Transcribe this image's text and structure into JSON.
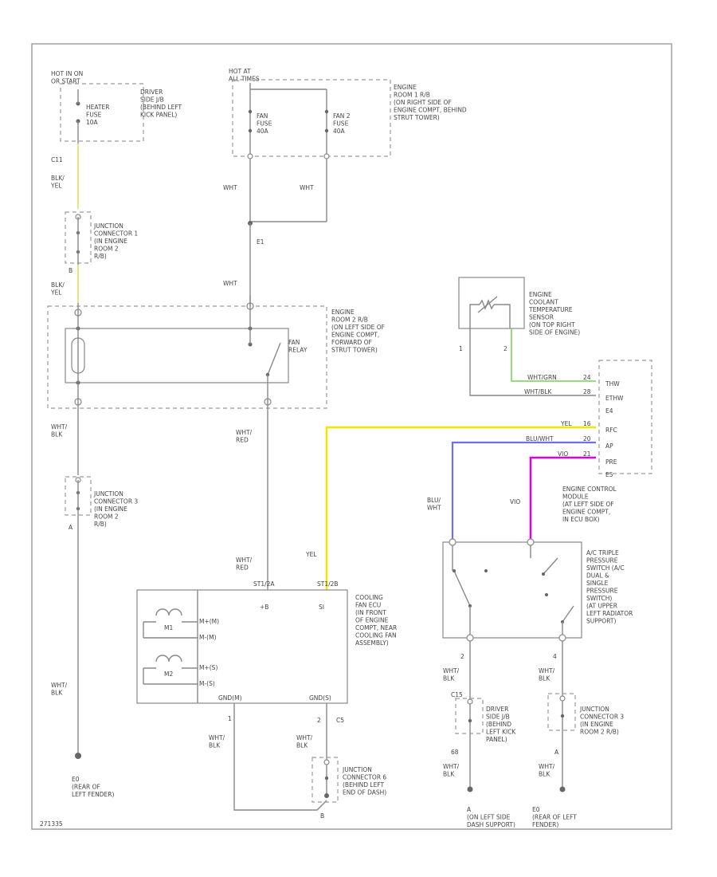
{
  "colors": {
    "yellow": "#f2e600",
    "blue": "#6e6ef0",
    "magenta": "#e000e0",
    "green": "#86d96b",
    "lightyellow": "#e8e87a"
  },
  "labels": {
    "hot_in_on": [
      "HOT IN ON",
      "OR START"
    ],
    "driver_side_jb": [
      "DRIVER",
      "SIDE J/B",
      "(BEHIND LEFT",
      "KICK PANEL)"
    ],
    "heater_fuse": [
      "HEATER",
      "FUSE",
      "10A"
    ],
    "hot_at_all_times": [
      "HOT AT",
      "ALL TIMES"
    ],
    "fan_fuse": [
      "FAN",
      "FUSE",
      "40A"
    ],
    "fan2_fuse": [
      "FAN 2",
      "FUSE",
      "40A"
    ],
    "engine_room_1_rb": [
      "ENGINE",
      "ROOM 1 R/B",
      "(ON RIGHT SIDE OF",
      "ENGINE COMPT, BEHIND",
      "STRUT TOWER)"
    ],
    "wht_left": "WHT",
    "wht_right": "WHT",
    "pin_e1": "E1",
    "wht_e1": "WHT",
    "c11": "C11",
    "blk_yel_1": [
      "BLK/",
      "YEL"
    ],
    "jc1": [
      "JUNCTION",
      "CONNECTOR 1",
      "(IN ENGINE",
      "ROOM 2",
      "R/B)"
    ],
    "pin_b": "B",
    "blk_yel_2": [
      "BLK/",
      "YEL"
    ],
    "engine_room_2_rb": [
      "ENGINE",
      "ROOM 2 R/B",
      "(ON LEFT SIDE OF",
      "ENGINE COMPT,",
      "FORWARD OF",
      "STRUT TOWER)"
    ],
    "fan_relay": [
      "FAN",
      "RELAY"
    ],
    "wht_blk": [
      "WHT/",
      "BLK"
    ],
    "wht_red_1": [
      "WHT/",
      "RED"
    ],
    "jc3": [
      "JUNCTION",
      "CONNECTOR 3",
      "(IN ENGINE",
      "ROOM 2",
      "R/B)"
    ],
    "pin_a": "A",
    "wht_red_2": [
      "WHT/",
      "RED"
    ],
    "yel": "YEL",
    "pin_1_cfe": "1",
    "pin_2_cfe": "2",
    "conn_cfe_1": "ST1/2A",
    "conn_cfe_2": "ST1/2B",
    "cooling_fan_ecu": [
      "COOLING",
      "FAN ECU",
      "(IN FRONT",
      "OF ENGINE",
      "COMPT, NEAR",
      "COOLING FAN",
      "ASSEMBLY)"
    ],
    "pin_plus_b": "+B",
    "pin_si": "SI",
    "m1": "M1",
    "m2": "M2",
    "m1_plus": "M+(M)",
    "m1_minus": "M-(M)",
    "m2_plus": "M+(S)",
    "m2_minus": "M-(S)",
    "gnd_m": "GND(M)",
    "gnd_s": "GND(S)",
    "wht_blk_left": [
      "WHT/",
      "BLK"
    ],
    "e0_left": [
      "E0",
      "(REAR OF",
      "LEFT FENDER)"
    ],
    "pin_1_gnd": "1",
    "pin_2_gnd": "2",
    "pin_c5": "C5",
    "wht_blk_gnd1": [
      "WHT/",
      "BLK"
    ],
    "wht_blk_gnd2": [
      "WHT/",
      "BLK"
    ],
    "jc6": [
      "JUNCTION",
      "CONNECTOR 6",
      "(BEHIND LEFT",
      "END OF DASH)"
    ],
    "pin_b_jc6": "B",
    "ect_sensor": [
      "ENGINE",
      "COOLANT",
      "TEMPERATURE",
      "SENSOR",
      "(ON TOP RIGHT",
      "SIDE OF ENGINE)"
    ],
    "pin_1_ect": "1",
    "pin_2_ect": "2",
    "ecm_thw_wire": "WHT/GRN",
    "ecm_thw_pin": "24",
    "ecm_thw": "THW",
    "ecm_ethw_wire": "WHT/BLK",
    "ecm_ethw_pin": "28",
    "ecm_ethw": "ETHW",
    "ecm_e4": "E4",
    "ecm_yel": "YEL",
    "ecm_fan_pin": "16",
    "ecm_rfc": "RFC",
    "ecm_blu_wire": "BLU/WHT",
    "ecm_blu_pin": "20",
    "ecm_ap": "AP",
    "ecm_vio_wire": "VIO",
    "ecm_vio_pin": "21",
    "ecm_pre": "PRE",
    "ecm_e5": "E5",
    "ecm": [
      "ENGINE CONTROL",
      "MODULE",
      "(AT LEFT SIDE OF",
      "ENGINE COMPT,",
      "IN ECU BOX)"
    ],
    "blu_wht": [
      "BLU/",
      "WHT"
    ],
    "vio": "VIO",
    "pressure_switch": [
      "A/C TRIPLE",
      "PRESSURE",
      "SWITCH (A/C",
      "DUAL &",
      "SINGLE",
      "PRESSURE",
      "SWITCH)",
      "(AT UPPER",
      "LEFT RADIATOR",
      "SUPPORT)"
    ],
    "pin_2_ps": "2",
    "pin_4_ps": "4",
    "wht_blk_ps1": [
      "WHT/",
      "BLK"
    ],
    "c15": "C15",
    "driver_side_jb2": [
      "DRIVER",
      "SIDE J/B",
      "(BEHIND",
      "LEFT KICK",
      "PANEL)"
    ],
    "pin_68": "68",
    "wht_blk_ps2": [
      "WHT/",
      "BLK"
    ],
    "ground_a": [
      "A",
      "(ON LEFT SIDE",
      "DASH SUPPORT)"
    ],
    "wht_blk_ps3": [
      "WHT/",
      "BLK"
    ],
    "jc3b": [
      "JUNCTION",
      "CONNECTOR 3",
      "(IN ENGINE",
      "ROOM 2 R/B)"
    ],
    "pin_a2": "A",
    "wht_blk_ps4": [
      "WHT/",
      "BLK"
    ],
    "e0_right": [
      "E0",
      "(REAR OF LEFT",
      "FENDER)"
    ],
    "diagram_id": "271335"
  }
}
